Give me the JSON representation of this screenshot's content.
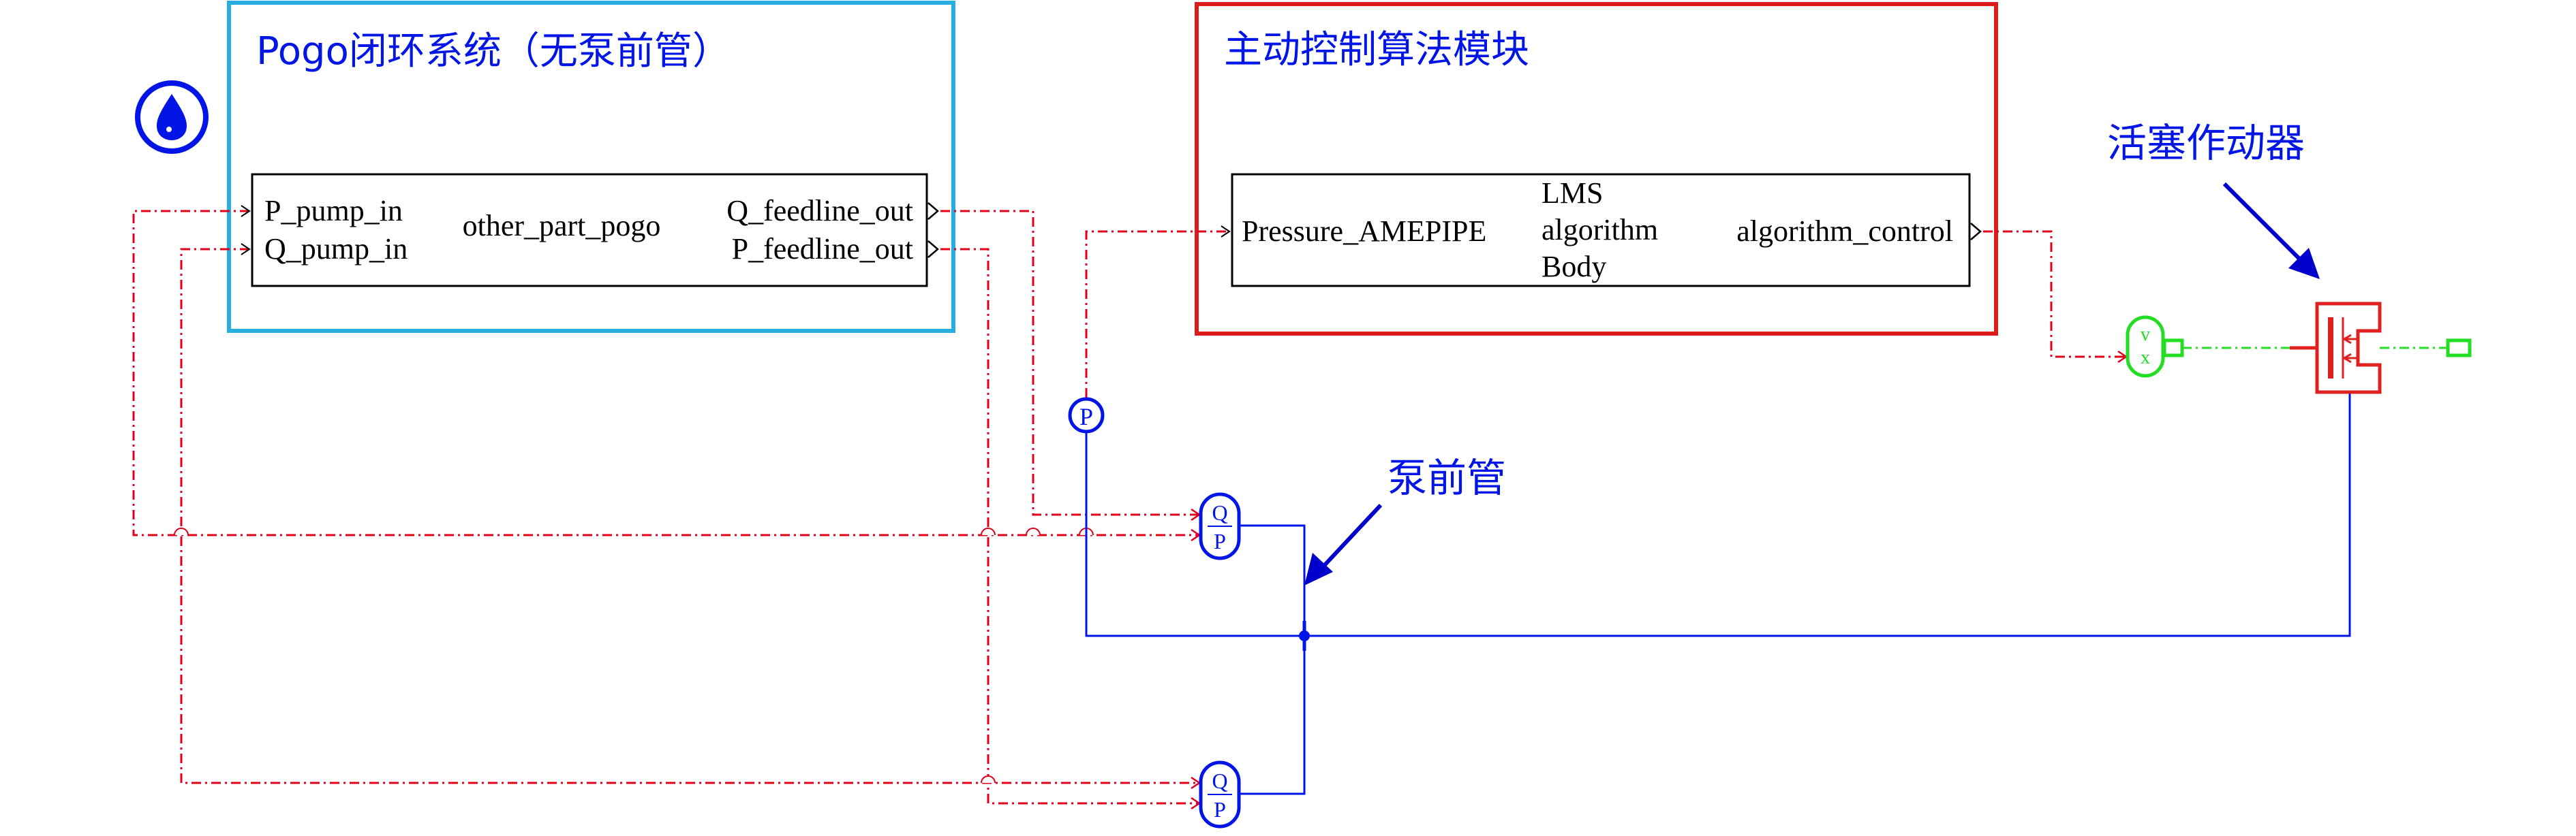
{
  "colors": {
    "signal": "#e0001b",
    "hydraulic": "#0015e6",
    "frame_blue": "#27aee0",
    "frame_red": "#dd1c1c",
    "mech": "#22dd22",
    "actuator": "#e02020",
    "annotation": "#0000cc",
    "block_border": "#000000"
  },
  "pogo_group": {
    "title": "Pogo闭环系统（无泵前管）",
    "block": {
      "name": "other_part_pogo",
      "inputs": [
        "P_pump_in",
        "Q_pump_in"
      ],
      "outputs": [
        "Q_feedline_out",
        "P_feedline_out"
      ]
    }
  },
  "control_group": {
    "title": "主动控制算法模块",
    "block": {
      "name_lines": [
        "LMS",
        "algorithm",
        "Body"
      ],
      "input": "Pressure_AMEPIPE",
      "output": "algorithm_control"
    }
  },
  "annotations": {
    "actuator": "活塞作动器",
    "pump_pipe": "泵前管"
  },
  "components": {
    "pressure_sensor": "P",
    "qp_port_q": "Q",
    "qp_port_p": "P",
    "velocity_sensor_v": "v",
    "velocity_sensor_x": "x",
    "hydraulic_source_icon": "droplet-icon"
  }
}
